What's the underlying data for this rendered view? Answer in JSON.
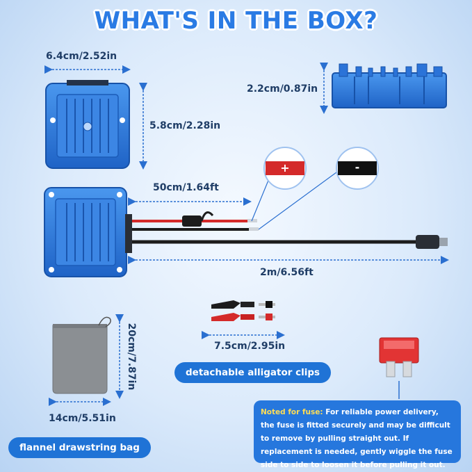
{
  "title": "WHAT'S IN THE BOX?",
  "dimensions": {
    "module_width": "6.4cm/2.52in",
    "module_depth": "5.8cm/2.28in",
    "module_height": "2.2cm/0.87in",
    "input_cable": "50cm/1.64ft",
    "output_cable": "2m/6.56ft",
    "bag_height": "20cm/7.87in",
    "bag_width": "14cm/5.51in",
    "clips_length": "7.5cm/2.95in"
  },
  "polarity": {
    "positive": "+",
    "negative": "-"
  },
  "labels": {
    "clips": "detachable alligator clips",
    "bag": "flannel drawstring bag"
  },
  "note": {
    "title": "Noted for fuse:",
    "body": "For reliable power delivery, the fuse is fitted securely and may be difficult to remove by pulling straight out. If replacement is needed, gently wiggle the fuse side to side to loosen it before pulling it out."
  },
  "colors": {
    "accent": "#2a7be4",
    "module_blue": "#2f7fe0",
    "positive_wire": "#d42a2a",
    "negative_wire": "#111111"
  }
}
